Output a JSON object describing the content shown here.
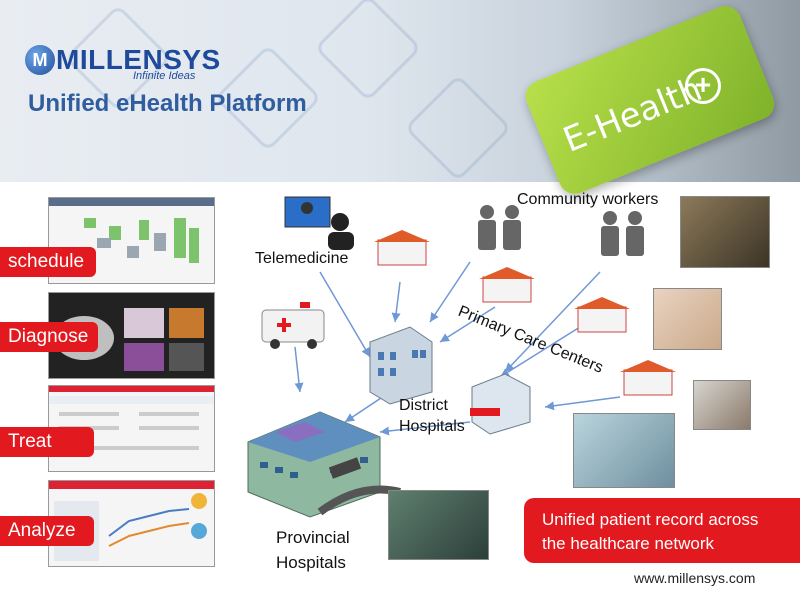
{
  "header": {
    "logo_letter": "M",
    "logo_name": "MILLENSYS",
    "logo_tagline": "Infinite Ideas",
    "title": "Unified eHealth Platform",
    "key_text": "E-Health",
    "key_symbol": "+"
  },
  "workflow_labels": [
    "schedule",
    "Diagnose",
    "Treat",
    "Analyze"
  ],
  "diagram": {
    "telemedicine": "Telemedicine",
    "community_workers": "Community workers",
    "primary_care": "Primary Care Centers",
    "district_line1": "District",
    "district_line2": "Hospitals",
    "provincial_line1": "Provincial",
    "provincial_line2": "Hospitals"
  },
  "callout": {
    "line1": "Unified patient record across",
    "line2": "the healthcare network"
  },
  "footer": {
    "url": "www.millensys.com"
  },
  "colors": {
    "red": "#e2191f",
    "brand_blue": "#1e4a9c",
    "arrow_blue": "#6e98d6"
  }
}
